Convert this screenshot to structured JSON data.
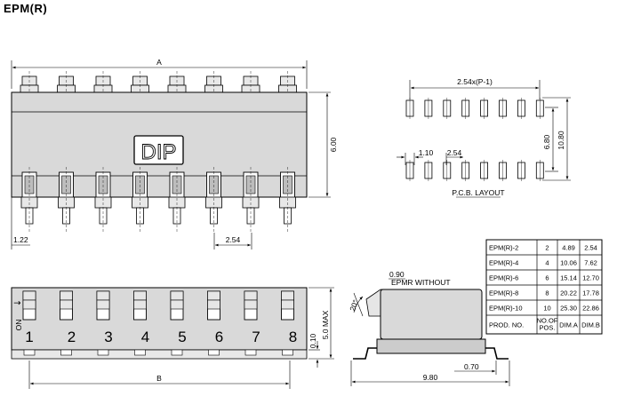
{
  "title": "EPM(R)",
  "top_view": {
    "marking": "DIP",
    "dim_a": "A",
    "dim_height": "6.00",
    "dim_edge": "1.22",
    "dim_pitch": "2.54"
  },
  "pcb_layout": {
    "pitch_formula": "2.54x(P-1)",
    "pad_width": "1.10",
    "pad_pitch": "2.54",
    "row_spacing": "6.80",
    "outer_spacing": "10.80",
    "caption": "P.C.B. LAYOUT"
  },
  "front_view": {
    "on_label": "ON",
    "arrow_glyph": "↓",
    "position_numbers": [
      "1",
      "2",
      "3",
      "4",
      "5",
      "6",
      "7",
      "8"
    ],
    "dim_b": "B",
    "dim_standoff": "0.10",
    "dim_height_max": "5.0 MAX"
  },
  "side_view": {
    "dim_top": "0.90",
    "note": "EPMR WITHOUT",
    "dim_angle": "20°",
    "dim_lead": "0.70",
    "dim_width": "9.80"
  },
  "dimension_table": {
    "rows": [
      {
        "prod": "EPM(R)-2",
        "pos": "2",
        "dim_a": "4.89",
        "dim_b": "2.54"
      },
      {
        "prod": "EPM(R)-4",
        "pos": "4",
        "dim_a": "10.06",
        "dim_b": "7.62"
      },
      {
        "prod": "EPM(R)-6",
        "pos": "6",
        "dim_a": "15.14",
        "dim_b": "12.70"
      },
      {
        "prod": "EPM(R)-8",
        "pos": "8",
        "dim_a": "20.22",
        "dim_b": "17.78"
      },
      {
        "prod": "EPM(R)-10",
        "pos": "10",
        "dim_a": "25.30",
        "dim_b": "22.86"
      }
    ],
    "header": {
      "prod": "PROD. NO.",
      "pos_line1": "NO.OF",
      "pos_line2": "POS.",
      "dim_a": "DIM.A",
      "dim_b": "DIM.B"
    }
  }
}
